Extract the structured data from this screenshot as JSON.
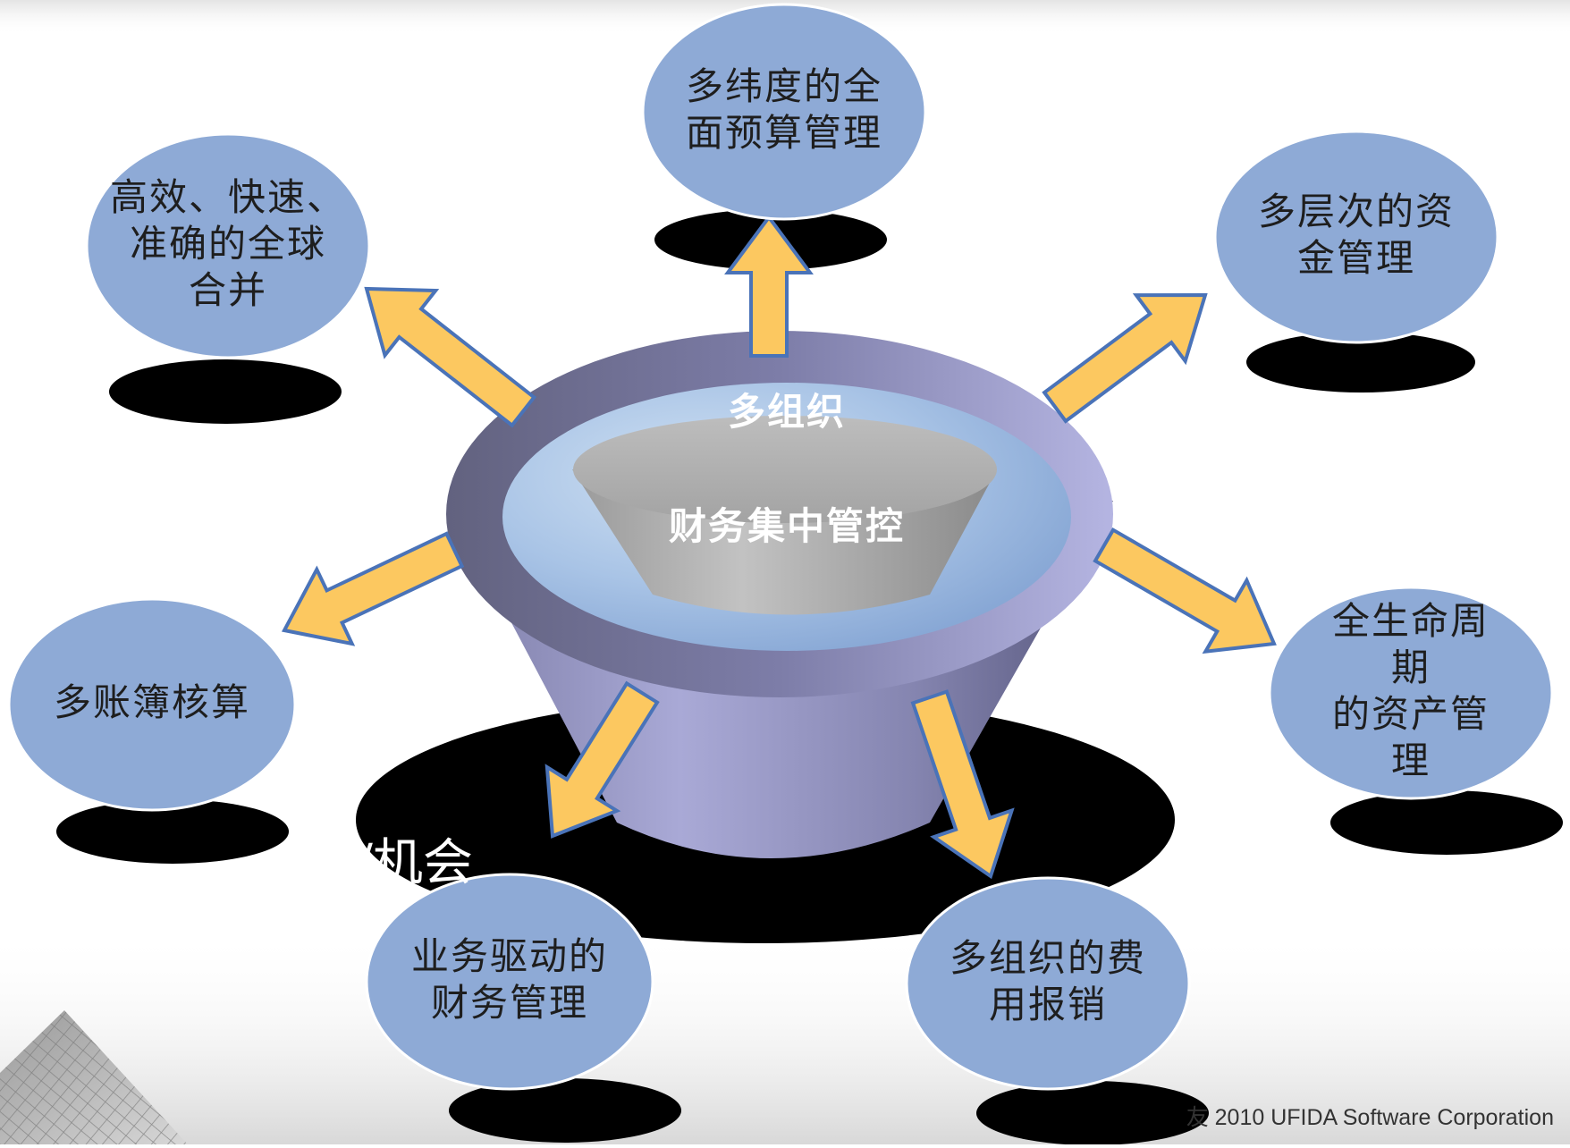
{
  "center": {
    "line1": "多组织",
    "line2": "财务集中管控"
  },
  "nodes": [
    {
      "id": "budget",
      "label": "多纬度的全\n面预算管理"
    },
    {
      "id": "funds",
      "label": "多层次的资\n金管理"
    },
    {
      "id": "asset",
      "label": "全生命周期\n的资产管理"
    },
    {
      "id": "expense",
      "label": "多组织的费\n用报销"
    },
    {
      "id": "business",
      "label": "业务驱动的\n财务管理"
    },
    {
      "id": "ledger",
      "label": "多账簿核算"
    },
    {
      "id": "consolidation",
      "label": "高效、快速、\n准确的全球\n合并"
    }
  ],
  "fragment": "/机会",
  "footer": "友 2010 UFIDA Software Corporation",
  "colors": {
    "node_fill": "#8eaad6",
    "arrow_fill": "#fcc860",
    "arrow_stroke": "#4a73b8",
    "shadow": "#000000"
  }
}
